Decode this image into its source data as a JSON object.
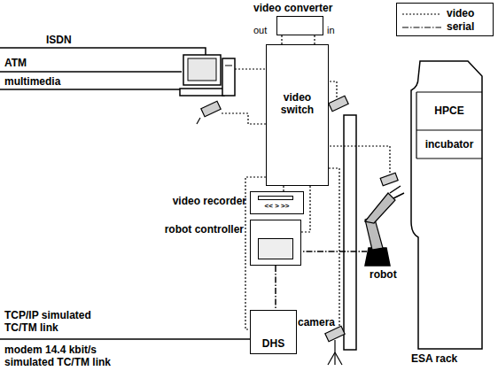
{
  "diagram": {
    "nodes": [
      {
        "text": [
          "video converter"
        ]
      },
      {
        "text": [
          "video switch"
        ]
      },
      {
        "text": [
          "video recorder",
          "<< > >>"
        ]
      },
      {
        "text": [
          "robot controller"
        ]
      },
      {
        "text": [
          "DHS"
        ]
      },
      {
        "text": [
          "ESA rack"
        ]
      },
      {
        "text": [
          "HPCE"
        ],
        "in": 5
      },
      {
        "text": [
          "incubator"
        ],
        "in": 5
      }
    ],
    "edges": [
      {
        "from": 1,
        "to": 0,
        "arrow": "none"
      },
      {
        "from": 0,
        "to": 1,
        "arrow": "none"
      },
      {
        "from": 1,
        "to": 2,
        "arrow": "none"
      },
      {
        "from": 1,
        "to": 3,
        "arrow": "none"
      },
      {
        "from": 1,
        "to": 4,
        "arrow": "none"
      },
      {
        "from": 3,
        "to": 4,
        "arrow": "none"
      }
    ],
    "labels": [
      "ISDN",
      "ATM",
      "multimedia",
      "out",
      "in",
      "TCP/IP simulated TC/TM link",
      "modem 14.4 kbit/s simulated TC/TM link",
      "robot",
      "camera"
    ],
    "legend": [
      {
        "text": "video"
      },
      {
        "text": "serial"
      }
    ]
  }
}
